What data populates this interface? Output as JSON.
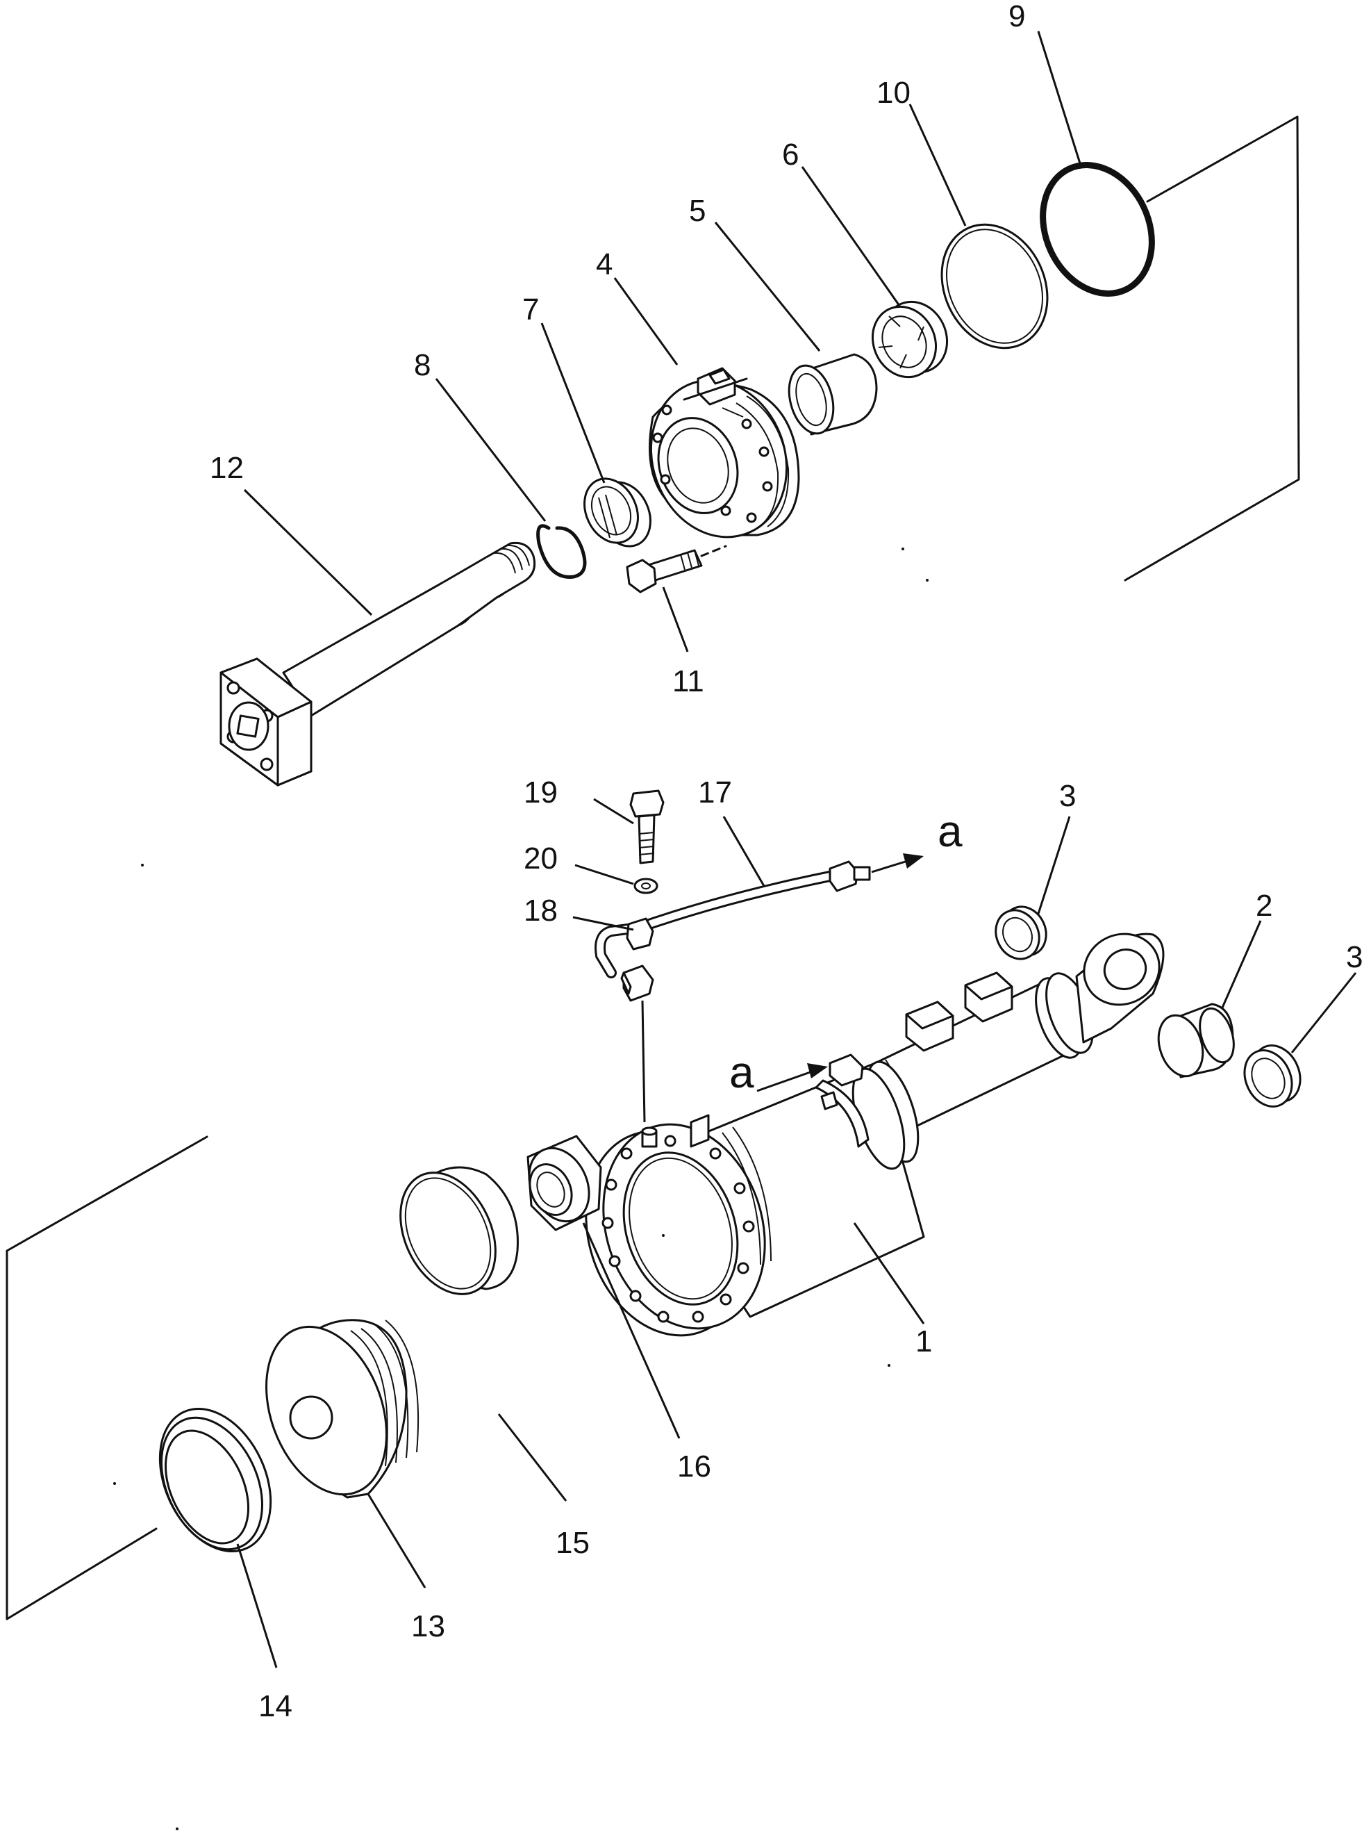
{
  "diagram": {
    "callouts": {
      "c1": "1",
      "c2": "2",
      "c3a": "3",
      "c3b": "3",
      "c4": "4",
      "c5": "5",
      "c6": "6",
      "c7": "7",
      "c8": "8",
      "c9": "9",
      "c10": "10",
      "c11": "11",
      "c12": "12",
      "c13": "13",
      "c14": "14",
      "c15": "15",
      "c16": "16",
      "c17": "17",
      "c18": "18",
      "c19": "19",
      "c20": "20"
    },
    "connection_labels": {
      "a_top": "a",
      "a_mid": "a"
    }
  }
}
